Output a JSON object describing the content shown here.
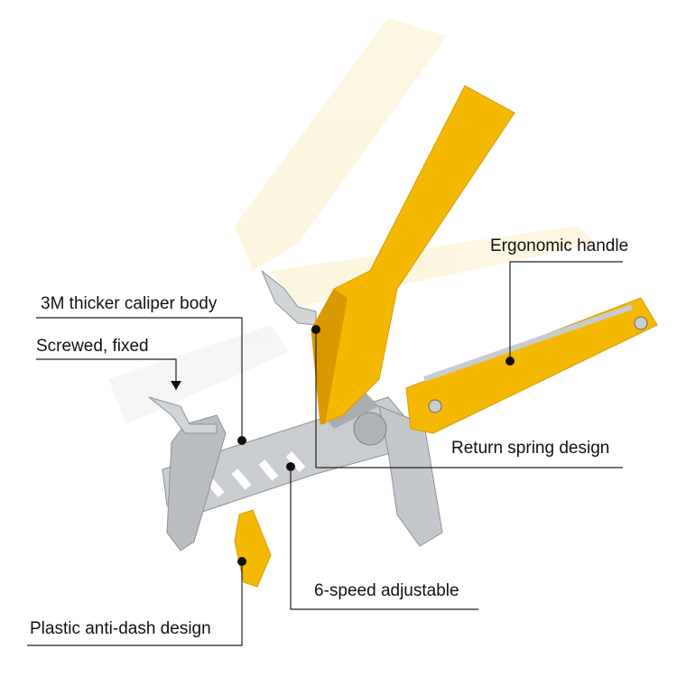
{
  "colors": {
    "handle": "#f5b800",
    "handle_shadow": "#d99a00",
    "metal": "#c9ccd0",
    "metal_dark": "#8d9196",
    "ghost": "#fbf1cf",
    "line": "#222222"
  },
  "labels": [
    {
      "id": "ergonomic-handle",
      "text": "Ergonomic handle"
    },
    {
      "id": "caliper-body",
      "text": "3M thicker caliper body"
    },
    {
      "id": "screwed-fixed",
      "text": "Screwed, fixed"
    },
    {
      "id": "return-spring",
      "text": "Return spring design"
    },
    {
      "id": "six-speed",
      "text": "6-speed adjustable"
    },
    {
      "id": "anti-dash",
      "text": "Plastic anti-dash design"
    }
  ]
}
